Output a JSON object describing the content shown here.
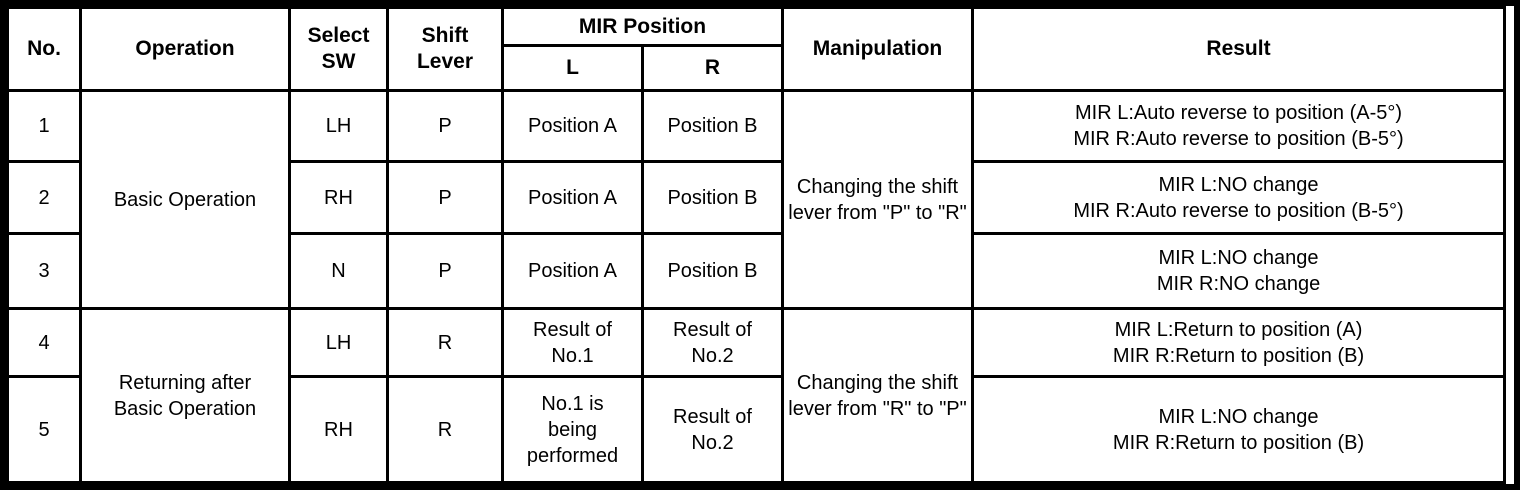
{
  "colors": {
    "border": "#000000",
    "background": "#ffffff",
    "text": "#000000"
  },
  "header": {
    "no": "No.",
    "operation": "Operation",
    "select_sw": "Select\nSW",
    "shift_lever": "Shift\nLever",
    "mir_position": "MIR Position",
    "l": "L",
    "r": "R",
    "manipulation": "Manipulation",
    "result": "Result"
  },
  "groups": {
    "basic": {
      "operation": "Basic Operation",
      "manipulation": "Changing the shift\nlever from \"P\" to \"R\""
    },
    "returning": {
      "operation": "Returning after\nBasic Operation",
      "manipulation": "Changing the shift\nlever from \"R\" to \"P\""
    }
  },
  "rows": [
    {
      "no": "1",
      "select_sw": "LH",
      "shift_lever": "P",
      "mir_l": "Position A",
      "mir_r": "Position B",
      "result": "MIR L:Auto reverse to position (A-5°)\nMIR R:Auto reverse to position (B-5°)"
    },
    {
      "no": "2",
      "select_sw": "RH",
      "shift_lever": "P",
      "mir_l": "Position A",
      "mir_r": "Position B",
      "result": "MIR L:NO change\nMIR R:Auto reverse to position (B-5°)"
    },
    {
      "no": "3",
      "select_sw": "N",
      "shift_lever": "P",
      "mir_l": "Position A",
      "mir_r": "Position B",
      "result": "MIR L:NO change\nMIR R:NO change"
    },
    {
      "no": "4",
      "select_sw": "LH",
      "shift_lever": "R",
      "mir_l": "Result of\nNo.1",
      "mir_r": "Result of\nNo.2",
      "result": "MIR L:Return to position (A)\nMIR R:Return to position (B)"
    },
    {
      "no": "5",
      "select_sw": "RH",
      "shift_lever": "R",
      "mir_l": "No.1 is\nbeing\nperformed",
      "mir_r": "Result of\nNo.2",
      "result": "MIR L:NO change\nMIR R:Return to position (B)"
    }
  ]
}
